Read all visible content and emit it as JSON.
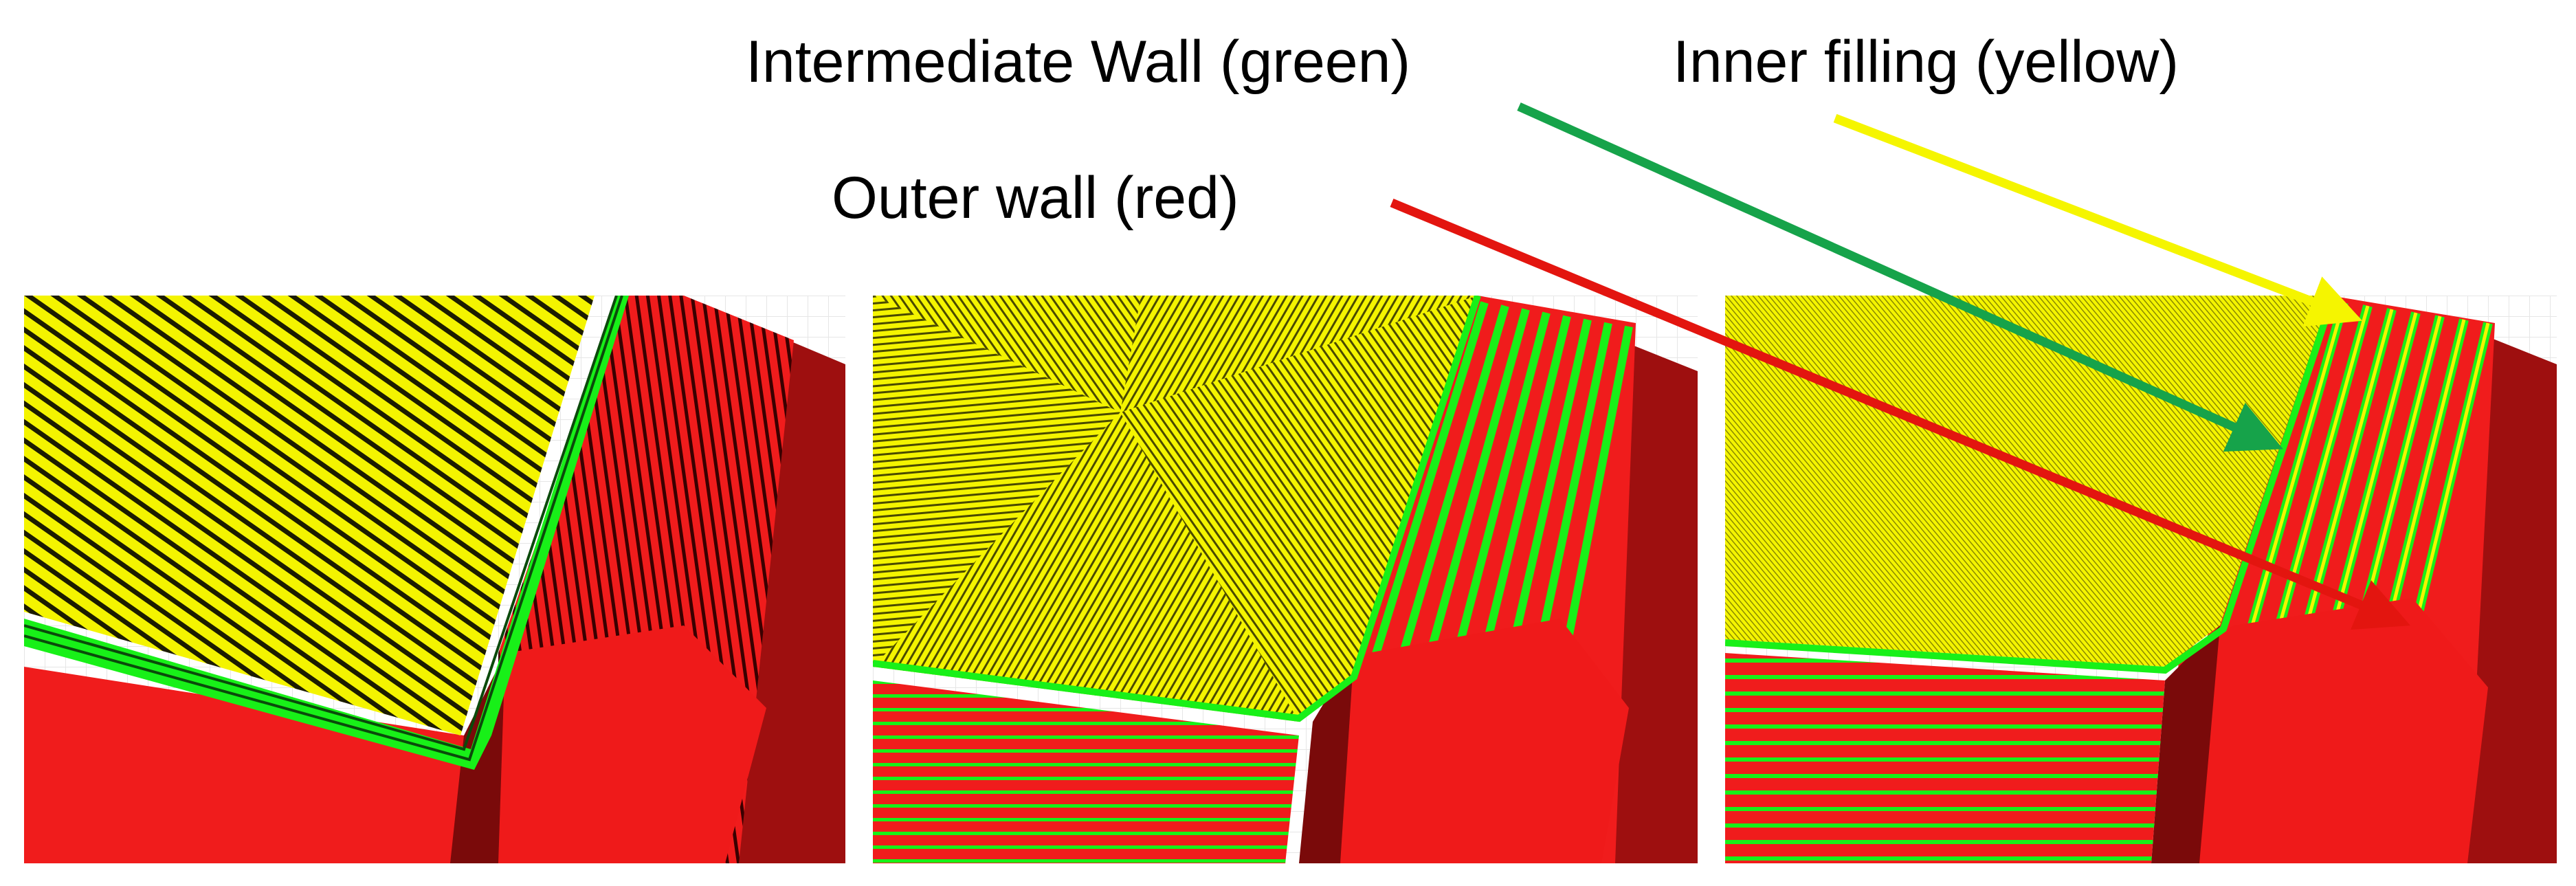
{
  "labels": {
    "intermediate_wall": "Intermediate Wall (green)",
    "inner_filling": "Inner filling (yellow)",
    "outer_wall": "Outer wall (red)"
  },
  "colors": {
    "outer_wall": "#f01c1c",
    "outer_wall_dark": "#9e0f0f",
    "intermediate_wall": "#18f018",
    "inner_filling": "#f4f400",
    "line_dark": "#1a1a00",
    "arrow_green": "#16a34a",
    "arrow_yellow": "#f5f500",
    "arrow_red": "#e3150f",
    "grid": "#e6e6e6"
  },
  "panels": [
    {
      "name": "coarse-lines",
      "description_shown": false
    },
    {
      "name": "medium-lines",
      "description_shown": false
    },
    {
      "name": "fine-lines",
      "description_shown": false
    }
  ]
}
